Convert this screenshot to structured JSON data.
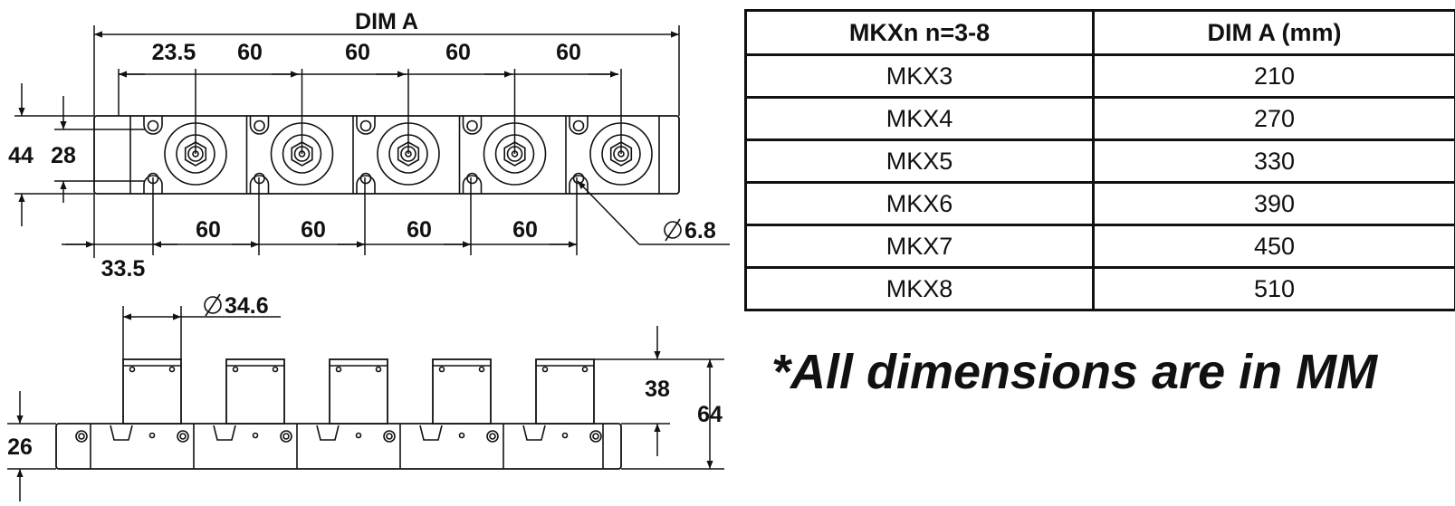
{
  "drawing": {
    "top_view": {
      "overall_label": "DIM A",
      "top_spacing_first": "23.5",
      "top_spacings": [
        "60",
        "60",
        "60",
        "60"
      ],
      "height_outer": "44",
      "height_inner": "28",
      "bottom_spacings": [
        "60",
        "60",
        "60",
        "60"
      ],
      "bottom_offset": "33.5",
      "hole_diameter": "6.8"
    },
    "side_view": {
      "terminal_diameter": "34.6",
      "terminal_height": "38",
      "total_height": "64",
      "base_height": "26"
    }
  },
  "table": {
    "headers": [
      "MKXn n=3-8",
      "DIM A (mm)"
    ],
    "rows": [
      [
        "MKX3",
        "210"
      ],
      [
        "MKX4",
        "270"
      ],
      [
        "MKX5",
        "330"
      ],
      [
        "MKX6",
        "390"
      ],
      [
        "MKX7",
        "450"
      ],
      [
        "MKX8",
        "510"
      ]
    ]
  },
  "note": "*All dimensions are in MM"
}
